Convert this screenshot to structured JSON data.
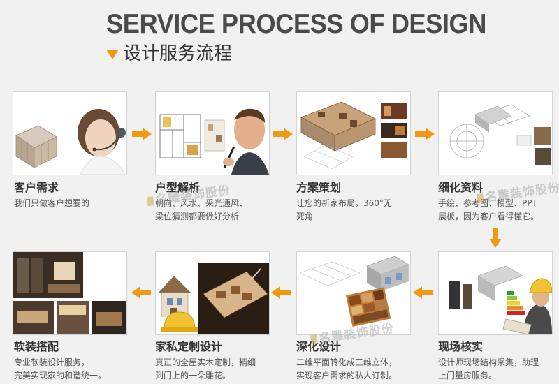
{
  "header": {
    "title_en": "SERVICE PROCESS OF DESIGN",
    "title_zh": "设计服务流程"
  },
  "steps": [
    {
      "title": "客户需求",
      "desc1": "我们只做客户想要的",
      "desc2": ""
    },
    {
      "title": "户型解析",
      "desc1": "朝向、风水、采光通风、",
      "desc2": "梁位猜测都要做好分析"
    },
    {
      "title": "方案策划",
      "desc1": "让您的新家布局，360°无",
      "desc2": "死角"
    },
    {
      "title": "细化资料",
      "desc1": "手绘、参考图、模型、PPT",
      "desc2": "展板，因为客户看得懂它。"
    },
    {
      "title": "现场核实",
      "desc1": "设计师现场结构采集，助理",
      "desc2": "上门量房服务。"
    },
    {
      "title": "深化设计",
      "desc1": "二维平面转化成三维立体，",
      "desc2": "实现客户需求的私人订制。"
    },
    {
      "title": "家私定制设计",
      "desc1": "真正的全屋实木定制，精细",
      "desc2": "到门上的一朵雕花。"
    },
    {
      "title": "软装搭配",
      "desc1": "专业软装设计服务，",
      "desc2": "完美实现家的和谐统一。"
    }
  ],
  "watermark": {
    "text": "名雕装饰股份"
  },
  "colors": {
    "accent": "#ef9a14",
    "title": "#4a4a4a",
    "text": "#333333"
  },
  "icons": {
    "arrow": "arrow-right-icon",
    "arrow_left": "arrow-left-icon",
    "arrow_down": "arrow-down-icon"
  }
}
